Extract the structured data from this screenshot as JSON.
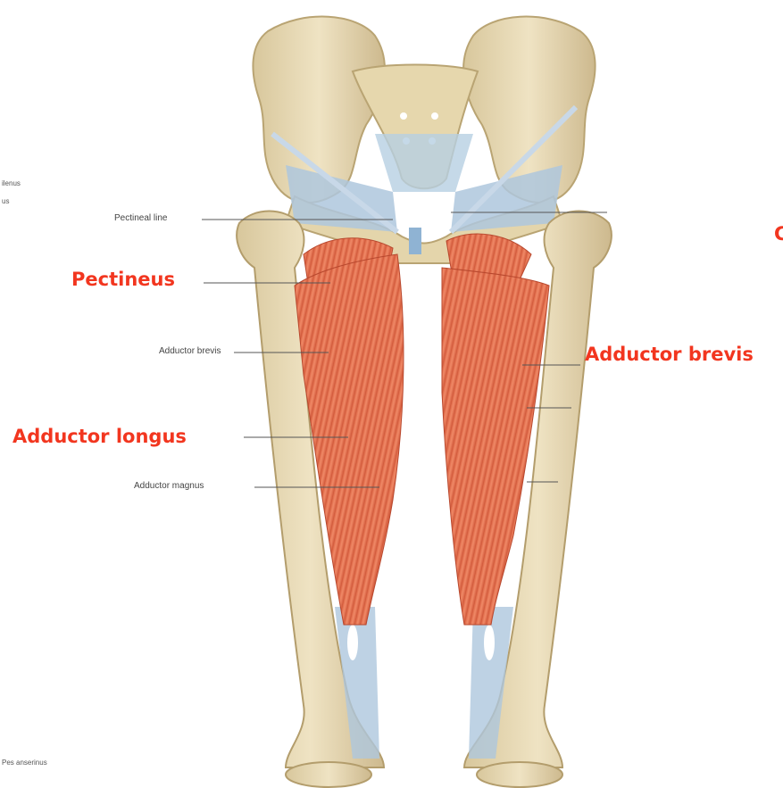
{
  "labels": {
    "pectineal_line": "Pectineal line",
    "adductor_brevis_small": "Adductor brevis",
    "adductor_magnus": "Adductor magnus",
    "pes_anserinus": "Pes anserinus",
    "clipped_top": "ilenus",
    "clipped_second": "us",
    "clipped_right": "C"
  },
  "highlights": {
    "pectineus": "Pectineus",
    "adductor_longus": "Adductor longus",
    "adductor_brevis": "Adductor brevis"
  },
  "colors": {
    "bone": "#e9dcb8",
    "bone_shade": "#c9b78c",
    "muscle": "#e8795a",
    "muscle_dark": "#c9533a",
    "ligament": "#aec7dd",
    "highlight_text": "#f2361f"
  }
}
